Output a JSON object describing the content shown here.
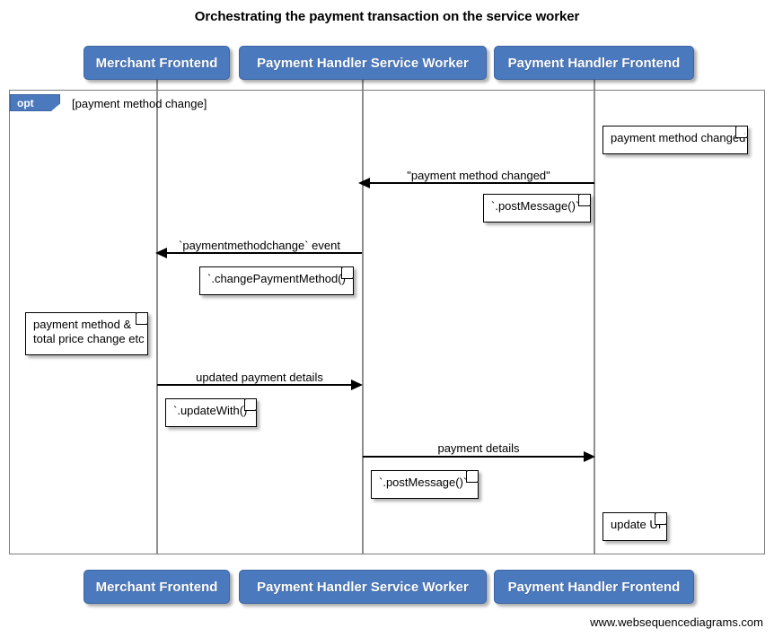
{
  "title": "Orchestrating the payment transaction on the service worker",
  "footer": "www.websequencediagrams.com",
  "colors": {
    "participant_fill": "#4B79BE",
    "participant_border": "#3C64A0",
    "participant_text": "#FFFFFF",
    "lifeline": "#8E8E8E",
    "frame_border": "#7D7D7D",
    "note_fill": "#FFFFFF",
    "note_border": "#000000",
    "arrow": "#000000",
    "background": "#FFFFFF"
  },
  "participants": [
    {
      "id": "merchant-frontend",
      "label": "Merchant Frontend"
    },
    {
      "id": "payment-handler-service-worker",
      "label": "Payment Handler Service Worker"
    },
    {
      "id": "payment-handler-frontend",
      "label": "Payment Handler Frontend"
    }
  ],
  "fragment": {
    "type": "opt",
    "tag_label": "opt",
    "guard": "[payment method change]"
  },
  "messages": [
    {
      "id": "payment-method-changed",
      "label": "\"payment method changed\"",
      "from": "payment-handler-frontend",
      "to": "payment-handler-service-worker",
      "direction": "left"
    },
    {
      "id": "paymentmethodchange-event",
      "label": "`paymentmethodchange` event",
      "from": "payment-handler-service-worker",
      "to": "merchant-frontend",
      "direction": "left"
    },
    {
      "id": "updated-payment-details",
      "label": "updated payment details",
      "from": "merchant-frontend",
      "to": "payment-handler-service-worker",
      "direction": "right"
    },
    {
      "id": "payment-details",
      "label": "payment details",
      "from": "payment-handler-service-worker",
      "to": "payment-handler-frontend",
      "direction": "right"
    }
  ],
  "notes": [
    {
      "id": "note-payment-method-changed",
      "text": "payment method changed",
      "near": "payment-handler-frontend"
    },
    {
      "id": "note-post-message-1",
      "text": "`.postMessage()`",
      "near": "payment-handler-frontend"
    },
    {
      "id": "note-change-payment-method",
      "text": "`.changePaymentMethod()`",
      "near": "merchant-frontend"
    },
    {
      "id": "note-payment-method-total",
      "text": "payment method &\ntotal price change etc",
      "near": "merchant-frontend"
    },
    {
      "id": "note-update-with",
      "text": "`.updateWith()`",
      "near": "merchant-frontend"
    },
    {
      "id": "note-post-message-2",
      "text": "`.postMessage()`",
      "near": "payment-handler-service-worker"
    },
    {
      "id": "note-update-ui",
      "text": "update UI",
      "near": "payment-handler-frontend"
    }
  ]
}
